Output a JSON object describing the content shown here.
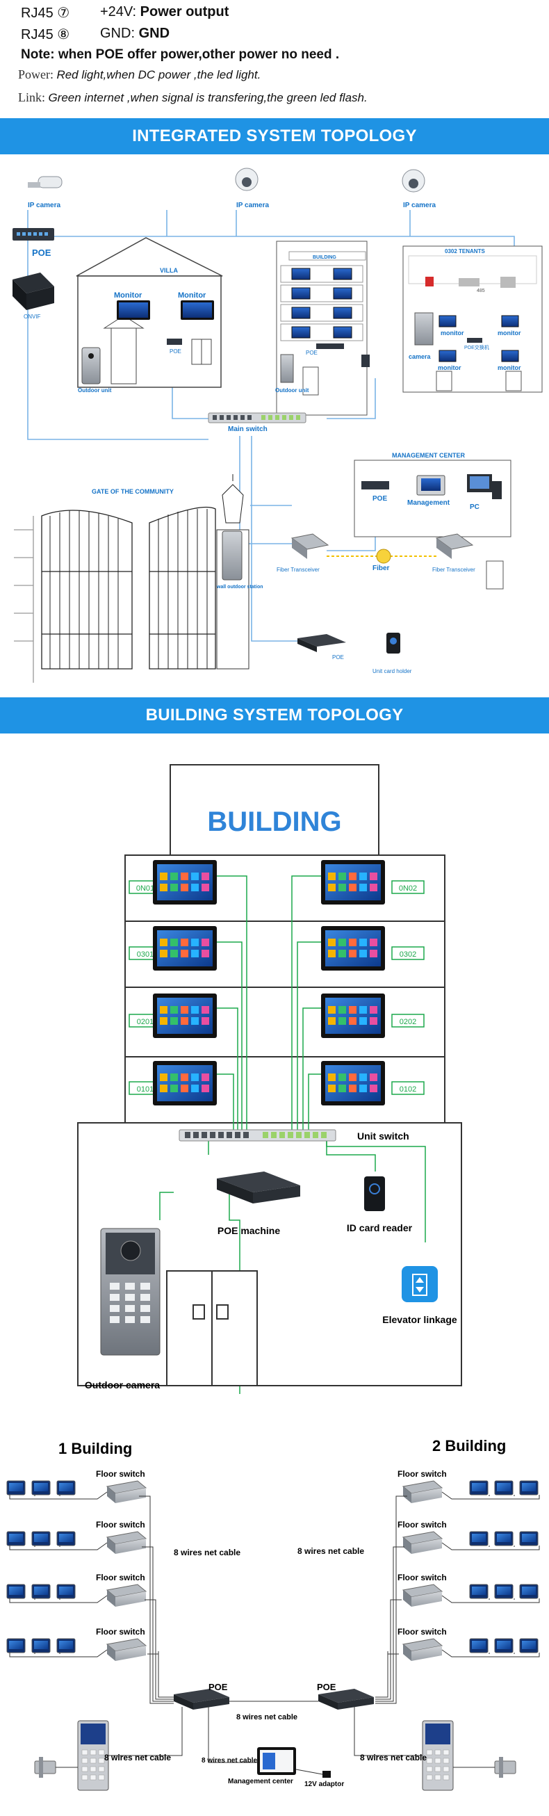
{
  "specs": {
    "row7": {
      "pin": "RJ45 ⑦",
      "desc": "+24V: ",
      "value": "Power output"
    },
    "row8": {
      "pin": "RJ45 ⑧",
      "desc": "GND: ",
      "value": "GND"
    },
    "note": "Note: when POE offer power,other power no need .",
    "power": {
      "label": "Power:",
      "text": "Red light,when DC power ,the led light."
    },
    "link": {
      "label": "Link:",
      "text": "Green internet ,when signal is transfering,the green led flash."
    }
  },
  "integrated": {
    "banner": "INTEGRATED SYSTEM TOPOLOGY",
    "camera1": "IP camera",
    "camera2": "IP camera",
    "camera3": "IP camera",
    "poe": "POE",
    "onvif": "ONVIF",
    "villa": "VILLA",
    "monitor1": "Monitor",
    "monitor2": "Monitor",
    "villa_poe": "POE",
    "outdoor_unit1": "Outdoor unit",
    "building": "BUILDING",
    "building_poe": "POE",
    "outdoor_unit2": "Outdoor unit",
    "tenants": "0302 TENANTS",
    "t_monitor1": "monitor",
    "t_monitor2": "monitor",
    "t_monitor3": "monitor",
    "t_monitor4": "monitor",
    "t_camera": "camera",
    "t_poe": "POE交换机",
    "t_485": "485",
    "main_switch": "Main switch",
    "mgmt_center": "MANAGEMENT CENTER",
    "mgmt_poe": "POE",
    "mgmt_label": "Management",
    "pc": "PC",
    "gate": "GATE OF THE COMMUNITY",
    "wall_outdoor": "wall outdoor station",
    "fiber_tx1": "Fiber Transceiver",
    "fiber": "Fiber",
    "fiber_tx2": "Fiber Transceiver",
    "bottom_poe": "POE",
    "card_holder": "Unit card holder"
  },
  "building": {
    "banner": "BUILDING SYSTEM TOPOLOGY",
    "title": "BUILDING",
    "rooms_left": [
      "0N01",
      "0301",
      "0201",
      "0101"
    ],
    "rooms_right": [
      "0N02",
      "0302",
      "0202",
      "0102"
    ],
    "unit_switch": "Unit switch",
    "poe_machine": "POE machine",
    "id_card": "ID card reader",
    "elevator": "Elevator linkage",
    "outdoor_camera": "Outdoor camera"
  },
  "wiring": {
    "b1": "1 Building",
    "b2": "2 Building",
    "floor_switch": "Floor switch",
    "cable": "8 wires net cable",
    "poe": "POE",
    "mgmt_center": "Management center",
    "adaptor": "12V adaptor"
  },
  "colors": {
    "banner": "#1f93e4",
    "link": "#1ca84b",
    "label_blue": "#1573c7",
    "accent": "#3b7fd6"
  }
}
